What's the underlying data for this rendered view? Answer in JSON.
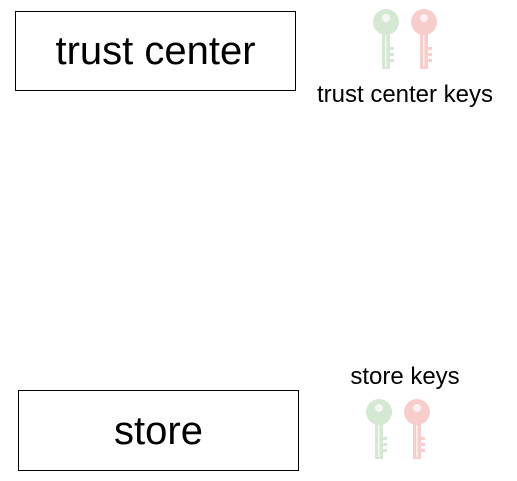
{
  "nodes": {
    "trust_center": {
      "label": "trust center",
      "keys_caption": "trust center keys"
    },
    "store": {
      "label": "store",
      "keys_caption": "store keys"
    }
  },
  "key_icons": [
    {
      "name": "key-icon",
      "color": "#d5e8d4"
    },
    {
      "name": "key-icon",
      "color": "#f8cecc"
    }
  ]
}
